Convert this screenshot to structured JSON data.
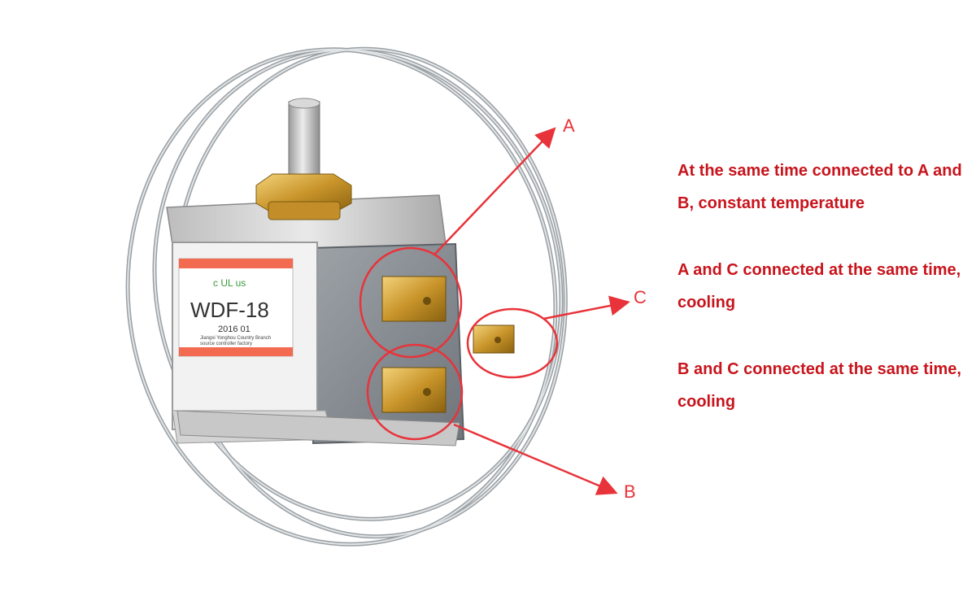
{
  "label": {
    "model": "WDF-18",
    "date": "2016 01",
    "maker_line1": "Jiangxi Yonghou Country Branch",
    "maker_line2": "source controller factory",
    "marks": "c UL us"
  },
  "callouts": {
    "a": "A",
    "b": "B",
    "c": "C"
  },
  "descriptions": {
    "ab": "At the same time connected to A and B, constant temperature",
    "ac": "A and C connected at the same time, cooling",
    "bc": "B and C connected at the same time, cooling"
  },
  "colors": {
    "annotation": "#e8333a",
    "text": "#c8141c",
    "label_band": "#f26b50"
  }
}
